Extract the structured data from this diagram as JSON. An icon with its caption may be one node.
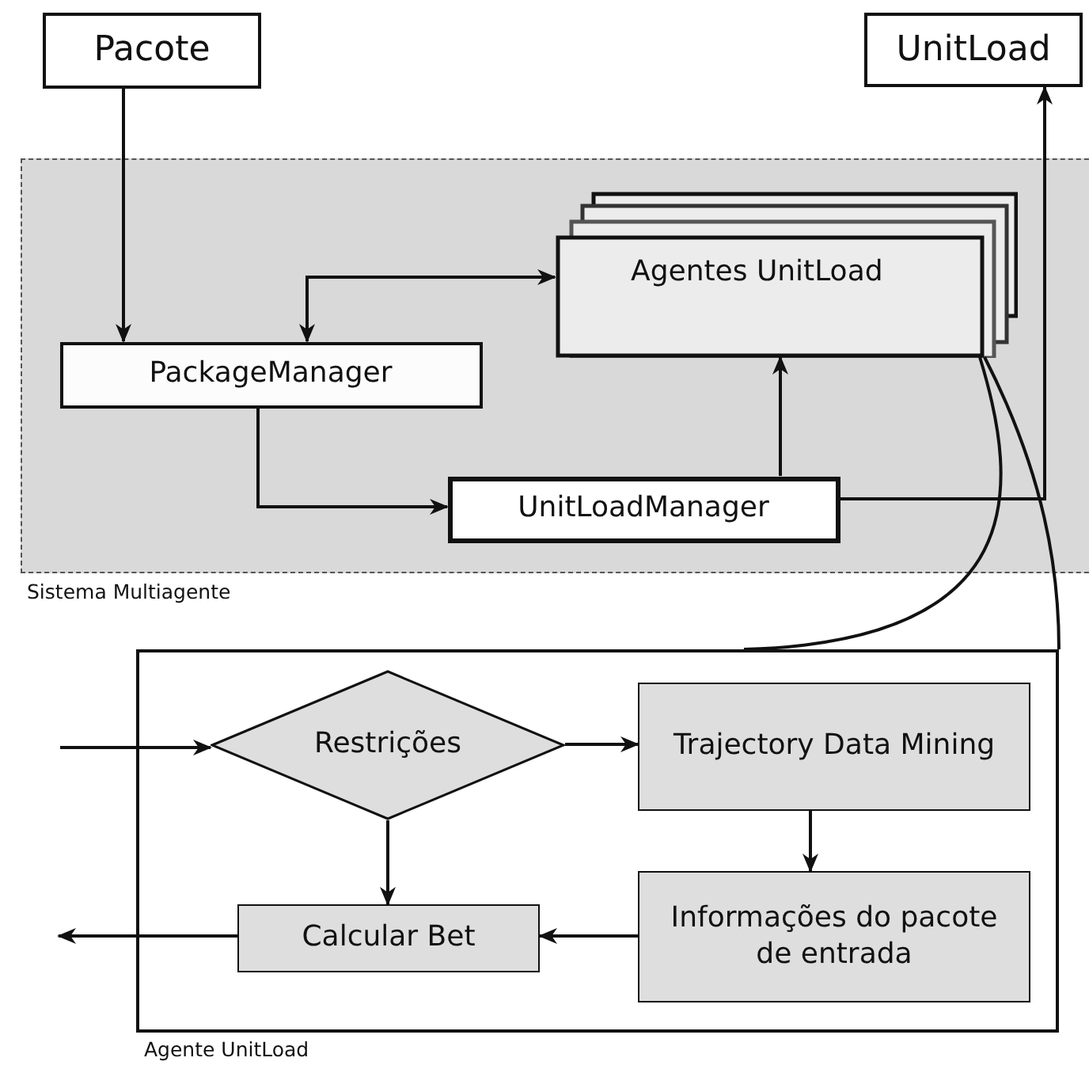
{
  "diagram": {
    "nodes": [
      {
        "text": [
          "Pacote"
        ]
      },
      {
        "text": [
          "UnitLoad"
        ]
      },
      {
        "text": [
          "Sistema Multiagente"
        ]
      },
      {
        "text": [
          "PackageManager"
        ],
        "in": 2
      },
      {
        "text": [
          "Agentes UnitLoad"
        ],
        "in": 2
      },
      {
        "text": [
          "UnitLoadManager"
        ],
        "in": 2
      },
      {
        "text": [
          "Agente UnitLoad"
        ]
      },
      {
        "text": [
          "Restrições"
        ],
        "in": 6
      },
      {
        "text": [
          "Trajectory Data Mining"
        ],
        "in": 6
      },
      {
        "text": [
          "Informações do pacote de entrada"
        ],
        "in": 6
      },
      {
        "text": [
          "Calcular Bet"
        ],
        "in": 6
      }
    ],
    "edges": [
      {
        "from": 0,
        "to": 3,
        "arrow": "to"
      },
      {
        "from": 3,
        "to": 4,
        "arrow": "both"
      },
      {
        "from": 3,
        "to": 5,
        "arrow": "to"
      },
      {
        "from": 5,
        "to": 4,
        "arrow": "to"
      },
      {
        "from": 5,
        "to": 1,
        "arrow": "to"
      },
      {
        "from": 4,
        "to": 6,
        "arrow": "none"
      },
      {
        "from": 4,
        "to": 6,
        "arrow": "none"
      },
      {
        "from": null,
        "to": 7,
        "arrow": "to"
      },
      {
        "from": 7,
        "to": 8,
        "arrow": "to"
      },
      {
        "from": 8,
        "to": 9,
        "arrow": "to"
      },
      {
        "from": 9,
        "to": 10,
        "arrow": "to"
      },
      {
        "from": 7,
        "to": 10,
        "arrow": "to"
      },
      {
        "from": 10,
        "to": null,
        "arrow": "to"
      }
    ]
  }
}
